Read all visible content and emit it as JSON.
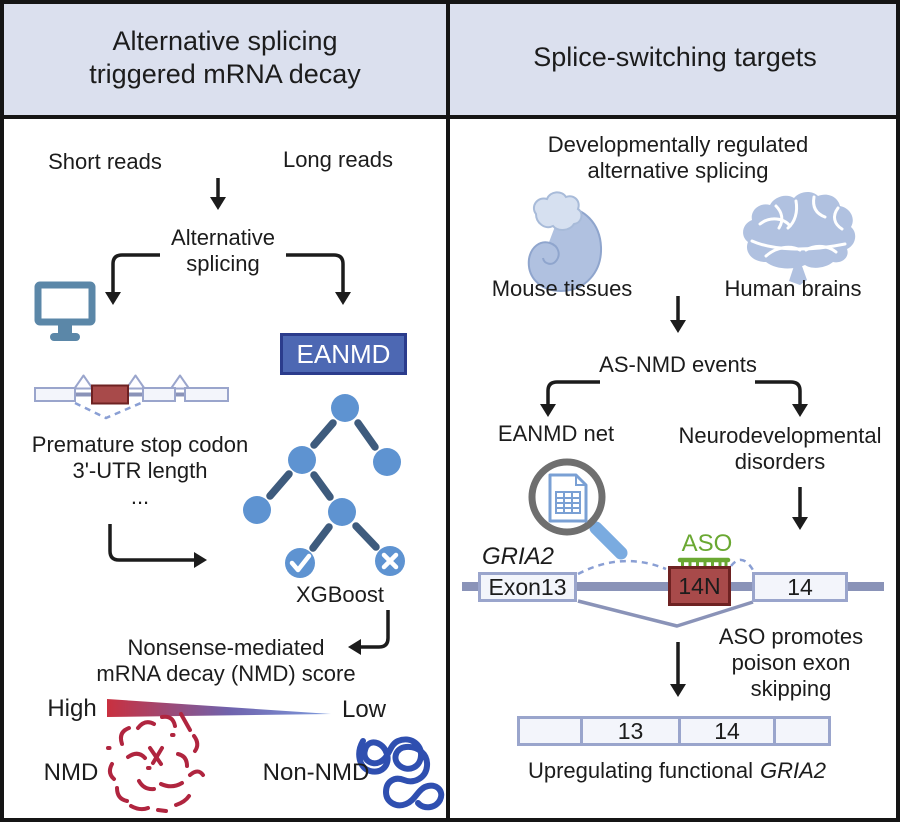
{
  "colors": {
    "ink": "#1c1c1c",
    "header_bg": "#dbe0ee",
    "eanmd_box": "#4d68b3",
    "eanmd_border": "#2b3c8c",
    "tree_node": "#5e93d1",
    "tree_edge": "#3e5b7d",
    "monitor": "#5b87a8",
    "exon_fill": "#f3f5fb",
    "exon_border": "#9aa5cc",
    "intron_line": "#8a93b8",
    "poison_fill": "#a84a4a",
    "poison_border": "#6e2222",
    "dashed_arc": "#8a9fd4",
    "aso_green": "#6aa832",
    "gradient_high": "#c9303f",
    "gradient_mid": "#6f63ad",
    "gradient_low": "#7e9bdd",
    "nmd_red": "#b0253f",
    "non_nmd_blue": "#2f4fb0",
    "organ_fill": "#b0c1e0",
    "organ_light": "#d6e0f0",
    "magnifier_ring": "#6f6f6f",
    "magnifier_handle": "#7aabe0",
    "doc_blue": "#7aa0d4"
  },
  "left": {
    "title_line1": "Alternative splicing",
    "title_line2": "triggered mRNA decay",
    "short_reads": "Short reads",
    "long_reads": "Long reads",
    "alt_splicing_line1": "Alternative",
    "alt_splicing_line2": "splicing",
    "eanmd": "EANMD",
    "feature1": "Premature stop codon",
    "feature2": "3'-UTR length",
    "feature3": "...",
    "xgboost": "XGBoost",
    "score_line1": "Nonsense-mediated",
    "score_line2": "mRNA decay (NMD) score",
    "high": "High",
    "low": "Low",
    "nmd": "NMD",
    "non_nmd": "Non-NMD"
  },
  "right": {
    "title": "Splice-switching targets",
    "devreg_line1": "Developmentally regulated",
    "devreg_line2": "alternative splicing",
    "mouse_tissues": "Mouse tissues",
    "human_brains": "Human brains",
    "as_nmd_events": "AS-NMD events",
    "eanmd_net": "EANMD net",
    "neurodev_line1": "Neurodevelopmental",
    "neurodev_line2": "disorders",
    "gene": "GRIA2",
    "aso": "ASO",
    "exon13": "Exon13",
    "poison_exon": "14N",
    "exon14": "14",
    "aso_promotes_line1": "ASO promotes",
    "aso_promotes_line2": "poison exon",
    "aso_promotes_line3": "skipping",
    "mrna_exon_a": "13",
    "mrna_exon_b": "14",
    "upregulating_prefix": "Upregulating functional",
    "upregulating_gene": "GRIA2"
  }
}
